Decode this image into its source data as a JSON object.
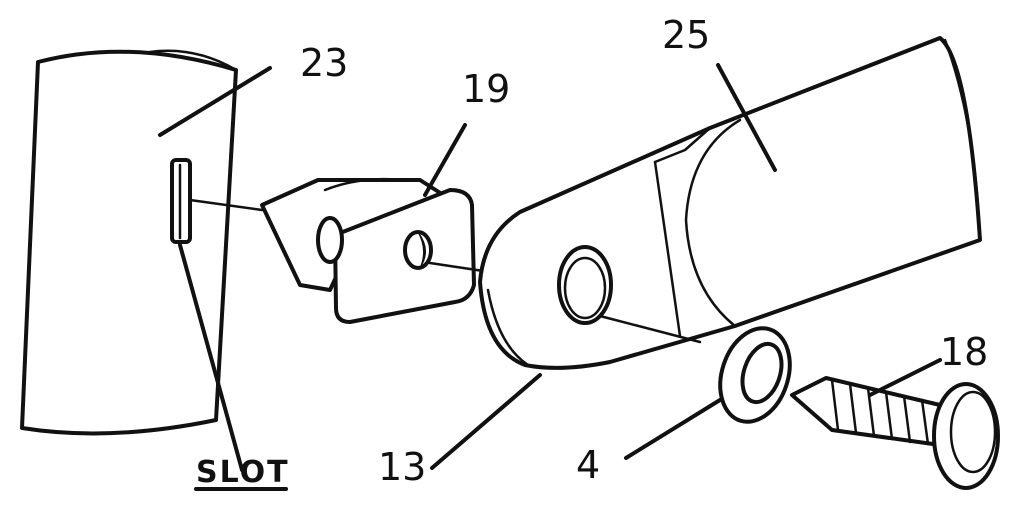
{
  "labels": {
    "tube": "23",
    "arm": "25",
    "bracket": "19",
    "pivot_end": "13",
    "washer": "4",
    "screw": "18",
    "slot": "SLOT"
  },
  "colors": {
    "ink": "#111111",
    "paper": "#ffffff"
  }
}
